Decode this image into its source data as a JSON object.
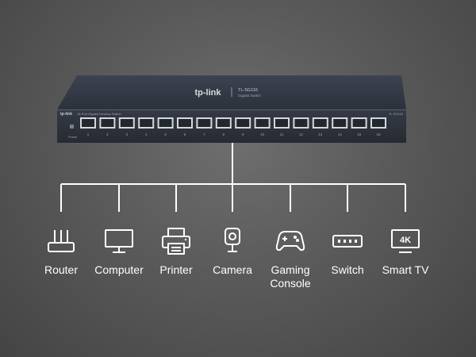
{
  "switch": {
    "brand": "tp-link",
    "model": "TL-SG116",
    "model_code": "TL-SG116",
    "subtitle": "Gigabit Switch",
    "front_title": "16-Port Gigabit Desktop Switch",
    "power_label": "Power",
    "port_numbers": [
      "1",
      "2",
      "3",
      "4",
      "5",
      "6",
      "7",
      "8",
      "9",
      "10",
      "11",
      "12",
      "13",
      "14",
      "15",
      "16"
    ]
  },
  "devices": [
    {
      "label": "Router",
      "icon": "router-icon"
    },
    {
      "label": "Computer",
      "icon": "computer-icon"
    },
    {
      "label": "Printer",
      "icon": "printer-icon"
    },
    {
      "label": "Camera",
      "icon": "camera-icon"
    },
    {
      "label": "Gaming\nConsole",
      "icon": "gaming-console-icon"
    },
    {
      "label": "Switch",
      "icon": "switch-icon"
    },
    {
      "label": "Smart TV",
      "icon": "smart-tv-icon"
    }
  ],
  "tv_icon_text": "4K",
  "colors": {
    "background": "#5a5a5a",
    "switch_body": "#2f3540",
    "lines": "#ffffff",
    "text": "#ffffff"
  }
}
